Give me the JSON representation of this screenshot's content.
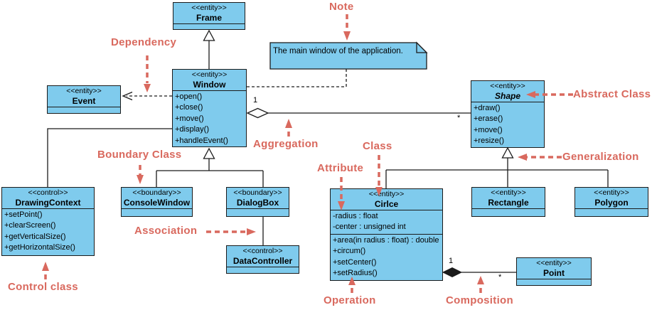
{
  "colors": {
    "class_fill": "#7fcbed",
    "line_color": "#1b1b1b",
    "annotation_color": "#d9695e"
  },
  "classes": {
    "frame": {
      "stereotype": "<<entity>>",
      "name": "Frame"
    },
    "window": {
      "stereotype": "<<entity>>",
      "name": "Window",
      "operations": [
        "+open()",
        "+close()",
        "+move()",
        "+display()",
        "+handleEvent()"
      ]
    },
    "event": {
      "stereotype": "<<entity>>",
      "name": "Event"
    },
    "shape": {
      "stereotype": "<<entity>>",
      "name": "Shape",
      "operations": [
        "+draw()",
        "+erase()",
        "+move()",
        "+resize()"
      ]
    },
    "drawing_context": {
      "stereotype": "<<control>>",
      "name": "DrawingContext",
      "operations": [
        "+setPoint()",
        "+clearScreen()",
        "+getVerticalSize()",
        "+getHorizontalSize()"
      ]
    },
    "console_window": {
      "stereotype": "<<boundary>>",
      "name": "ConsoleWindow"
    },
    "dialog_box": {
      "stereotype": "<<boundary>>",
      "name": "DialogBox"
    },
    "data_controller": {
      "stereotype": "<<control>>",
      "name": "DataController"
    },
    "circle": {
      "stereotype": "<<entity>>",
      "name": "Cirlce",
      "attributes": [
        "-radius : float",
        "-center : unsigned int"
      ],
      "operations": [
        "+area(in radius : float) : double",
        "+circum()",
        "+setCenter()",
        "+setRadius()"
      ]
    },
    "rectangle": {
      "stereotype": "<<entity>>",
      "name": "Rectangle"
    },
    "polygon": {
      "stereotype": "<<entity>>",
      "name": "Polygon"
    },
    "point": {
      "stereotype": "<<entity>>",
      "name": "Point"
    }
  },
  "note": {
    "text": "The main window of the application."
  },
  "labels": {
    "note": "Note",
    "dependency": "Dependency",
    "abstract_class": "Abstract Class",
    "aggregation": "Aggregation",
    "boundary_class": "Boundary Class",
    "class": "Class",
    "attribute": "Attribute",
    "generalization": "Generalization",
    "association": "Association",
    "control_class": "Control class",
    "operation": "Operation",
    "composition": "Composition"
  },
  "multiplicities": {
    "aggregation_source": "1",
    "aggregation_target": "*",
    "composition_source": "1",
    "composition_target": "*"
  }
}
